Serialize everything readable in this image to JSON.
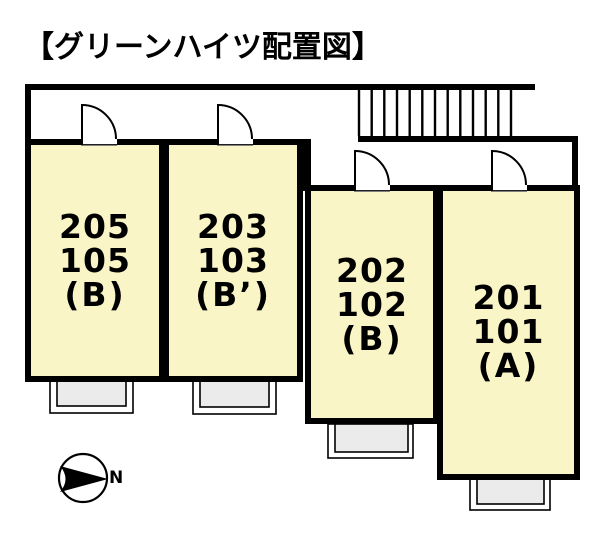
{
  "title": "【グリーンハイツ配置図】",
  "units": [
    {
      "id": "205-105",
      "lines": [
        "205",
        "105",
        "(B)"
      ]
    },
    {
      "id": "203-103",
      "lines": [
        "203",
        "103",
        "(B’)"
      ]
    },
    {
      "id": "202-102",
      "lines": [
        "202",
        "102",
        "(B)"
      ]
    },
    {
      "id": "201-101",
      "lines": [
        "201",
        "101",
        "(A)"
      ]
    }
  ],
  "compass": {
    "north_label": "N"
  },
  "colors": {
    "unit_fill": "#FAF5C6",
    "balcony_fill": "#EBEBEB",
    "line": "#000000",
    "background": "#FFFFFF"
  }
}
